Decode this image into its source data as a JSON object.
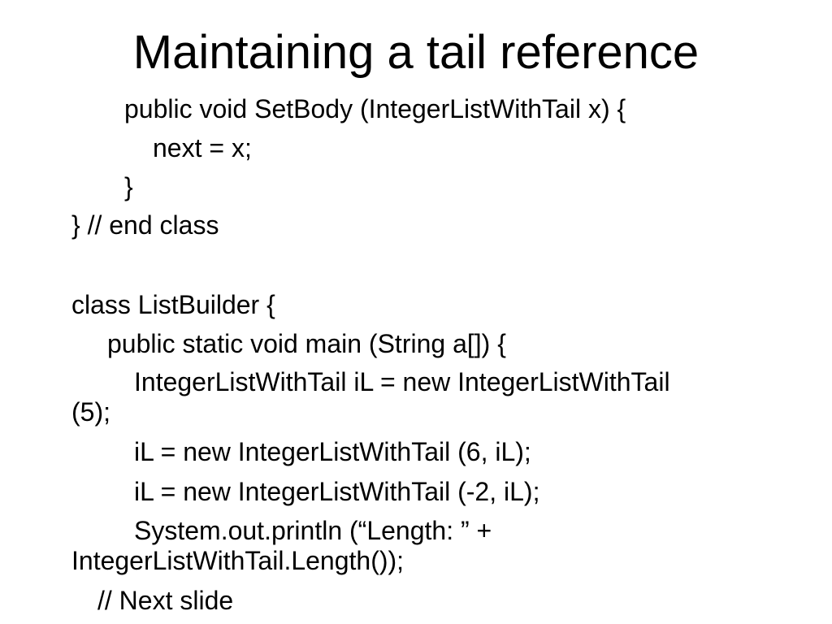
{
  "slide": {
    "title": "Maintaining a tail reference",
    "code_lines": [
      "public void SetBody (IntegerListWithTail x) {",
      "next = x;",
      "}",
      "} // end class",
      "class ListBuilder {",
      "public static void main (String a[]) {",
      "IntegerListWithTail iL = new IntegerListWithTail",
      "(5);",
      "iL = new IntegerListWithTail (6, iL);",
      "iL = new IntegerListWithTail (-2, iL);",
      "System.out.println (“Length: ” +",
      "IntegerListWithTail.Length());",
      "// Next slide"
    ]
  }
}
